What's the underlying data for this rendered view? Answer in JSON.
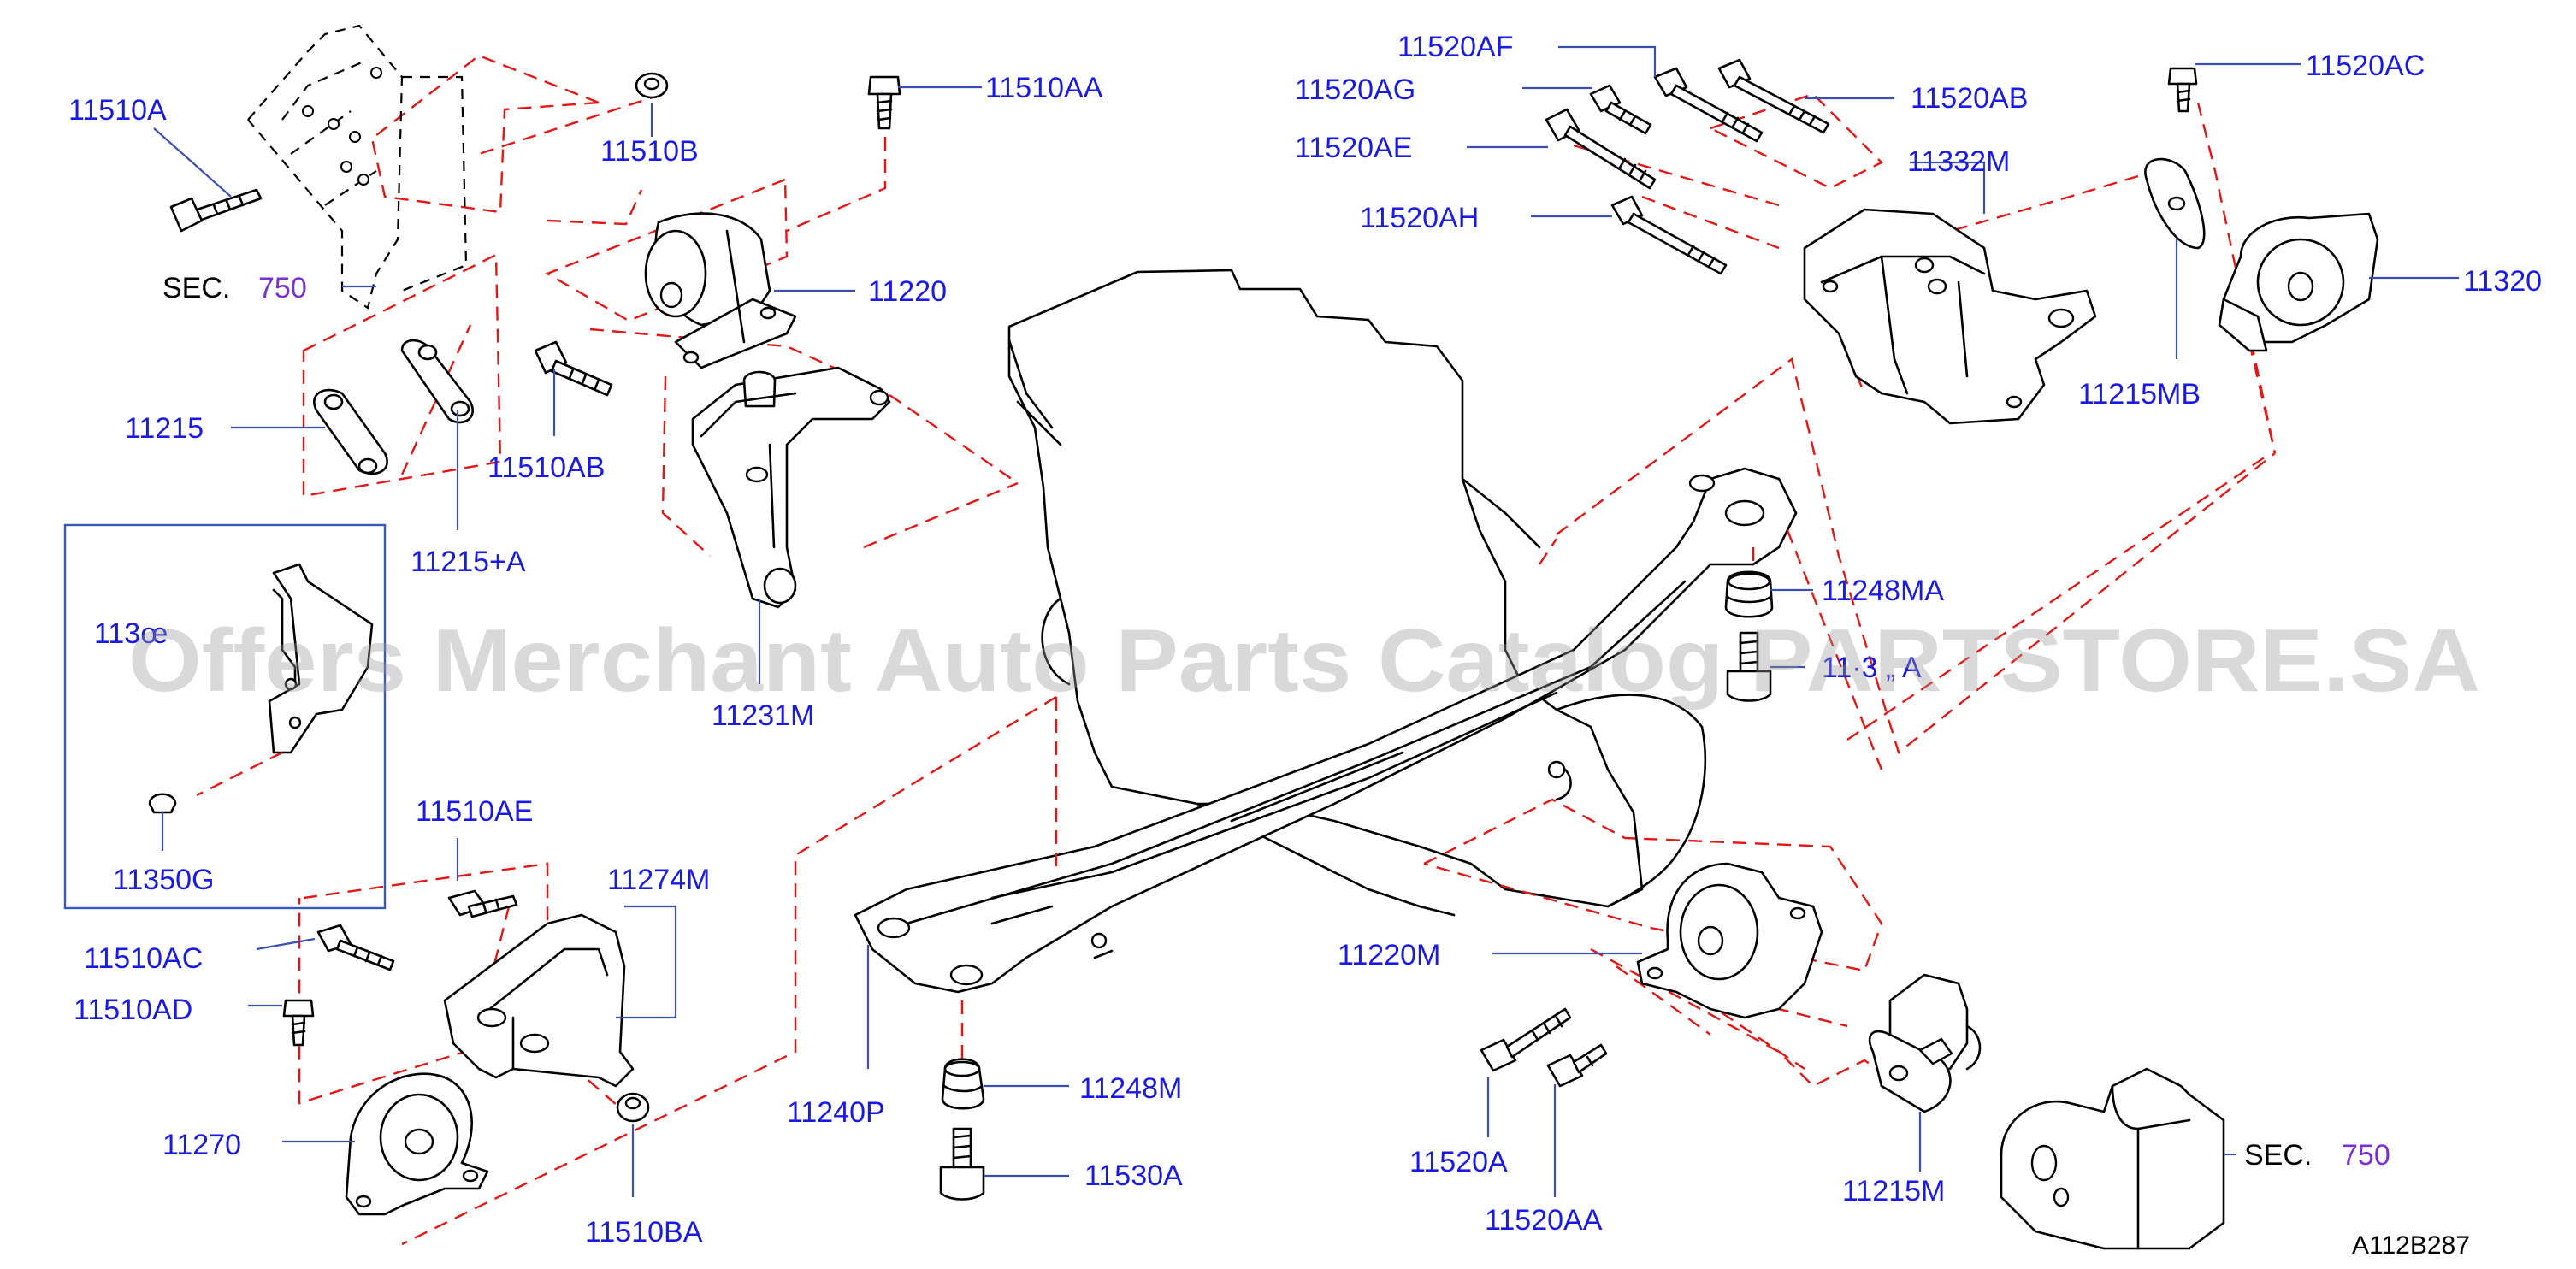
{
  "diagram": {
    "drawing_id": "A112B287",
    "watermark": "Offers Merchant Auto Parts Catalog PARTSTORE.SA",
    "sec_prefix": "SEC.",
    "sec_number": "750",
    "callouts": [
      {
        "id": "11510A",
        "text": "11510A"
      },
      {
        "id": "11510B",
        "text": "11510B"
      },
      {
        "id": "11510AA",
        "text": "11510AA"
      },
      {
        "id": "11220",
        "text": "11220"
      },
      {
        "id": "11215",
        "text": "11215"
      },
      {
        "id": "11510AB",
        "text": "11510AB"
      },
      {
        "id": "11215A",
        "text": "11215+A"
      },
      {
        "id": "11231M",
        "text": "11231M"
      },
      {
        "id": "11350",
        "text": "113œ"
      },
      {
        "id": "11350G",
        "text": "11350G"
      },
      {
        "id": "11510AE",
        "text": "11510AE"
      },
      {
        "id": "11274M",
        "text": "11274M"
      },
      {
        "id": "11510AC",
        "text": "11510AC"
      },
      {
        "id": "11510AD",
        "text": "11510AD"
      },
      {
        "id": "11270",
        "text": "11270"
      },
      {
        "id": "11510BA",
        "text": "11510BA"
      },
      {
        "id": "11240P",
        "text": "11240P"
      },
      {
        "id": "11248M",
        "text": "11248M"
      },
      {
        "id": "11530A",
        "text": "11530A"
      },
      {
        "id": "11520AF",
        "text": "11520AF"
      },
      {
        "id": "11520AG",
        "text": "11520AG"
      },
      {
        "id": "11520AE",
        "text": "11520AE"
      },
      {
        "id": "11520AH",
        "text": "11520AH"
      },
      {
        "id": "11520AB",
        "text": "11520AB"
      },
      {
        "id": "11332M",
        "text": "11332M"
      },
      {
        "id": "11520AC",
        "text": "11520AC"
      },
      {
        "id": "11320",
        "text": "11320"
      },
      {
        "id": "11215MB",
        "text": "11215MB"
      },
      {
        "id": "11248MA",
        "text": "11248MA"
      },
      {
        "id": "11530AA",
        "text": "11·3 „ A"
      },
      {
        "id": "11220M",
        "text": "11220M"
      },
      {
        "id": "11520A",
        "text": "11520A"
      },
      {
        "id": "11520AA",
        "text": "11520AA"
      },
      {
        "id": "11215M",
        "text": "11215M"
      }
    ]
  }
}
